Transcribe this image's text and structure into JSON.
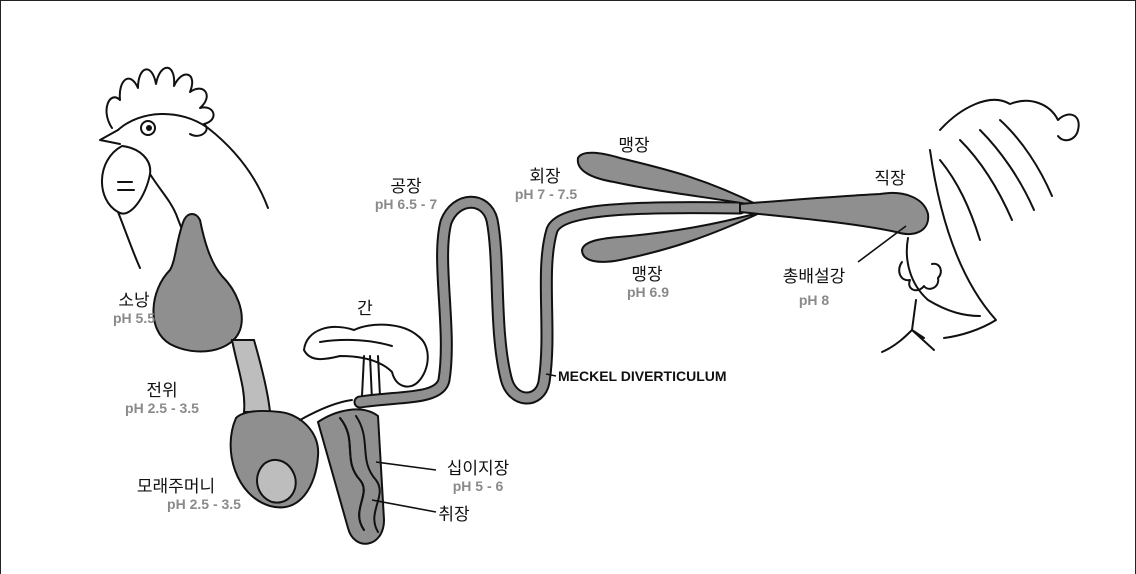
{
  "labels": {
    "crop": "소낭",
    "crop_ph": "pH 5.5",
    "proventriculus": "전위",
    "proventriculus_ph": "pH 2.5 - 3.5",
    "gizzard": "모래주머니",
    "gizzard_ph": "pH 2.5 - 3.5",
    "liver": "간",
    "jejunum": "공장",
    "jejunum_ph": "pH 6.5 - 7",
    "ileum": "회장",
    "ileum_ph": "pH 7 - 7.5",
    "cecum_top": "맹장",
    "cecum_bottom": "맹장",
    "cecum_ph": "pH 6.9",
    "rectum": "직장",
    "cloaca": "총배설강",
    "cloaca_ph": "pH 8",
    "duodenum": "십이지장",
    "duodenum_ph": "pH 5 - 6",
    "pancreas": "취장",
    "meckel": "MECKEL DIVERTICULUM"
  },
  "colors": {
    "organ_fill": "#8f8f8f",
    "ph_text": "#8a8a8a",
    "line": "#111111"
  }
}
